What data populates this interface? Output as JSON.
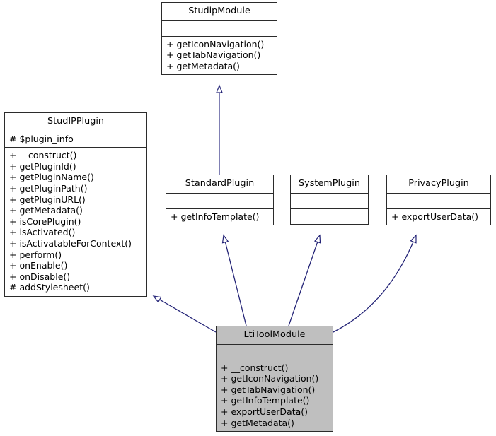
{
  "diagram": {
    "type": "uml-class-inheritance-diagram",
    "background_color": "#ffffff",
    "edge_color": "#242477",
    "node_border_color": "#2b2b2b",
    "highlight_fill": "#bfbfbf",
    "classes": [
      {
        "id": "studipmodule",
        "name": "StudipModule",
        "highlighted": false,
        "attributes": [],
        "operations": [
          "+ getIconNavigation()",
          "+ getTabNavigation()",
          "+ getMetadata()"
        ]
      },
      {
        "id": "studipplugin",
        "name": "StudIPPlugin",
        "highlighted": false,
        "attributes": [
          "# $plugin_info"
        ],
        "operations": [
          "+ __construct()",
          "+ getPluginId()",
          "+ getPluginName()",
          "+ getPluginPath()",
          "+ getPluginURL()",
          "+ getMetadata()",
          "+ isCorePlugin()",
          "+ isActivated()",
          "+ isActivatableForContext()",
          "+ perform()",
          "+ onEnable()",
          "+ onDisable()",
          "# addStylesheet()"
        ]
      },
      {
        "id": "standardplugin",
        "name": "StandardPlugin",
        "highlighted": false,
        "attributes": [],
        "operations": [
          "+ getInfoTemplate()"
        ]
      },
      {
        "id": "systemplugin",
        "name": "SystemPlugin",
        "highlighted": false,
        "attributes": [],
        "operations": []
      },
      {
        "id": "privacyplugin",
        "name": "PrivacyPlugin",
        "highlighted": false,
        "attributes": [],
        "operations": [
          "+ exportUserData()"
        ]
      },
      {
        "id": "ltitoolmodule",
        "name": "LtiToolModule",
        "highlighted": true,
        "attributes": [],
        "operations": [
          "+ __construct()",
          "+ getIconNavigation()",
          "+ getTabNavigation()",
          "+ getInfoTemplate()",
          "+ exportUserData()",
          "+ getMetadata()"
        ]
      }
    ],
    "relationships": [
      {
        "from": "standardplugin",
        "to": "studipmodule",
        "kind": "inheritance"
      },
      {
        "from": "ltitoolmodule",
        "to": "studipplugin",
        "kind": "inheritance"
      },
      {
        "from": "ltitoolmodule",
        "to": "standardplugin",
        "kind": "inheritance"
      },
      {
        "from": "ltitoolmodule",
        "to": "systemplugin",
        "kind": "inheritance"
      },
      {
        "from": "ltitoolmodule",
        "to": "privacyplugin",
        "kind": "inheritance"
      }
    ]
  }
}
